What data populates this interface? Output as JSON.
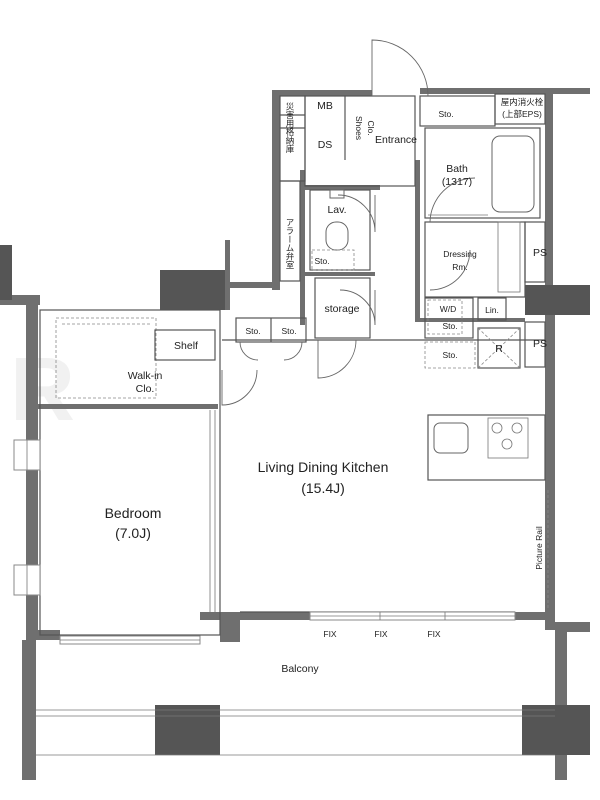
{
  "watermark": "R",
  "rooms": {
    "ldk_name": "Living Dining Kitchen",
    "ldk_size": "(15.4J)",
    "bedroom_name": "Bedroom",
    "bedroom_size": "(7.0J)",
    "balcony": "Balcony",
    "walkin_line1": "Walk-in",
    "walkin_line2": "Clo.",
    "shelf": "Shelf",
    "bath_name": "Bath",
    "bath_size": "(1317)",
    "dressing_line1": "Dressing",
    "dressing_line2": "Rm.",
    "lav": "Lav.",
    "storage": "storage",
    "entrance": "Entrance",
    "shoes_line1": "Shoes",
    "shoes_line2": "Clo.",
    "mb": "MB",
    "ds": "DS",
    "disaster_storage": "災害用格納庫",
    "alarm_valve": "アラーム弁室",
    "hydrant_line1": "屋内消火栓",
    "hydrant_line2": "(上部EPS)",
    "ps_upper": "PS",
    "ps_lower": "PS",
    "wd": "W/D",
    "lin": "Lin.",
    "refrigerator": "R",
    "picture_rail": "Picture Rail",
    "sto_entrance": "Sto.",
    "sto_lav": "Sto.",
    "sto_left": "Sto.",
    "sto_right": "Sto.",
    "sto_wd": "Sto.",
    "sto_kitchen": "Sto.",
    "fix_1": "FIX",
    "fix_2": "FIX",
    "fix_3": "FIX"
  }
}
